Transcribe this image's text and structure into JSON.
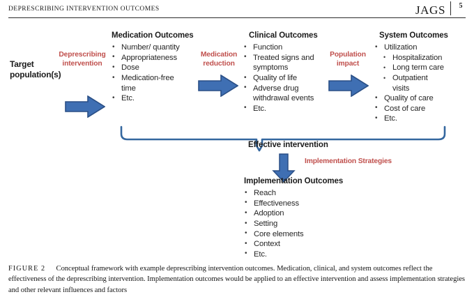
{
  "header": {
    "running_head": "DEPRESCRIBING INTERVENTION OUTCOMES",
    "journal": "JAGS",
    "page_number": "5"
  },
  "figure": {
    "start_label": "Target\npopulation(s)",
    "start_label_line1": "Target",
    "start_label_line2": "population(s)",
    "transitions": [
      {
        "name": "deprescribing-intervention",
        "line1": "Deprescribing",
        "line2": "intervention"
      },
      {
        "name": "medication-reduction",
        "line1": "Medication",
        "line2": "reduction"
      },
      {
        "name": "population-impact",
        "line1": "Population",
        "line2": "impact"
      }
    ],
    "columns": [
      {
        "title": "Medication Outcomes",
        "items": [
          {
            "text": "Number/ quantity",
            "level": 1
          },
          {
            "text": "Appropriateness",
            "level": 1
          },
          {
            "text": "Dose",
            "level": 1
          },
          {
            "text": "Medication-free",
            "level": 1
          },
          {
            "text": "time",
            "level": 1,
            "continuation": true
          },
          {
            "text": "Etc.",
            "level": 1
          }
        ]
      },
      {
        "title": "Clinical Outcomes",
        "items": [
          {
            "text": "Function",
            "level": 1
          },
          {
            "text": "Treated signs and",
            "level": 1
          },
          {
            "text": "symptoms",
            "level": 1,
            "continuation": true
          },
          {
            "text": "Quality of life",
            "level": 1
          },
          {
            "text": "Adverse drug",
            "level": 1
          },
          {
            "text": "withdrawal events",
            "level": 1,
            "continuation": true
          },
          {
            "text": "Etc.",
            "level": 1
          }
        ]
      },
      {
        "title": "System Outcomes",
        "items": [
          {
            "text": "Utilization",
            "level": 1
          },
          {
            "text": "Hospitalization",
            "level": 2
          },
          {
            "text": "Long term care",
            "level": 2
          },
          {
            "text": "Outpatient",
            "level": 2
          },
          {
            "text": "visits",
            "level": 2,
            "continuation": true
          },
          {
            "text": "Quality of care",
            "level": 1
          },
          {
            "text": "Cost of care",
            "level": 1
          },
          {
            "text": "Etc.",
            "level": 1
          }
        ]
      }
    ],
    "effective_intervention_label": "Effective intervention",
    "implementation_strategies_label": "Implementation Strategies",
    "implementation": {
      "title": "Implementation Outcomes",
      "items": [
        {
          "text": "Reach",
          "level": 1
        },
        {
          "text": "Effectiveness",
          "level": 1
        },
        {
          "text": "Adoption",
          "level": 1
        },
        {
          "text": "Setting",
          "level": 1
        },
        {
          "text": "Core elements",
          "level": 1
        },
        {
          "text": "Context",
          "level": 1
        },
        {
          "text": "Etc.",
          "level": 1
        }
      ]
    },
    "colors": {
      "arrow_fill": "#3f6fb3",
      "arrow_stroke": "#2a4f86",
      "bracket_stroke": "#34679f",
      "accent_red": "#c0504d",
      "text": "#1b1b1b"
    }
  },
  "caption": {
    "label": "FIGURE 2",
    "text": "Conceptual framework with example deprescribing intervention outcomes. Medication, clinical, and system outcomes reflect the effectiveness of the deprescribing intervention. Implementation outcomes would be applied to an effective intervention and assess implementation strategies and other relevant influences and factors"
  }
}
